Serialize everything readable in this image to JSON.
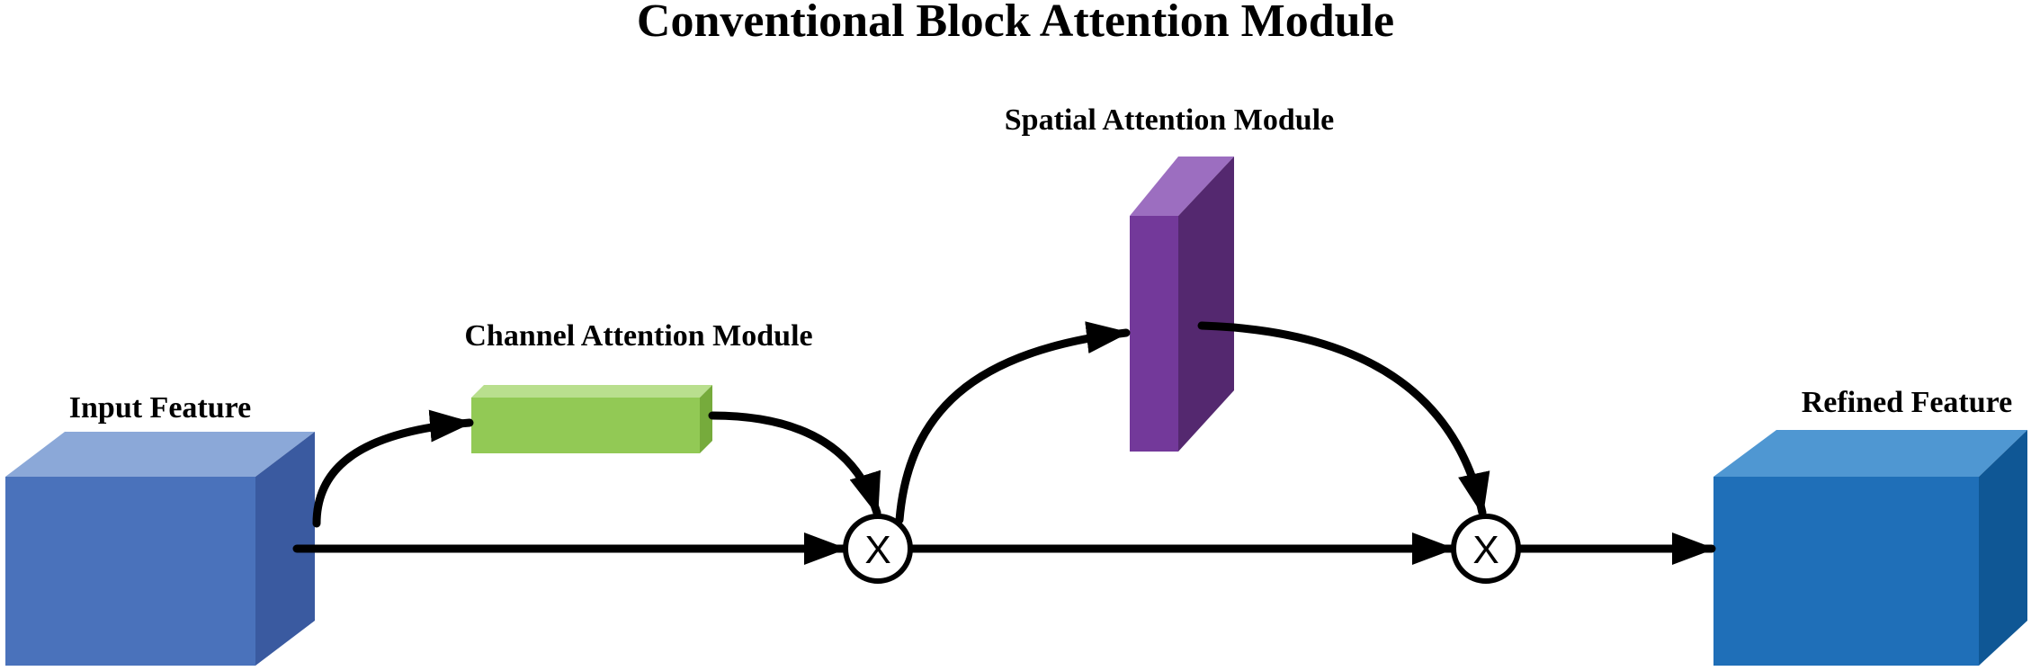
{
  "diagram": {
    "title": "Conventional Block Attention Module",
    "nodes": {
      "input_feature": {
        "label": "Input Feature",
        "color": "#4a72bb"
      },
      "channel_attention": {
        "label": "Channel Attention Module",
        "color": "#92c955"
      },
      "spatial_attention": {
        "label": "Spatial Attention Module",
        "color": "#73399a"
      },
      "refined_feature": {
        "label": "Refined Feature",
        "color": "#1f6fb8"
      },
      "multiply_1": {
        "symbol": "X"
      },
      "multiply_2": {
        "symbol": "X"
      }
    },
    "edges": [
      {
        "from": "input_feature",
        "to": "channel_attention"
      },
      {
        "from": "input_feature",
        "to": "multiply_1"
      },
      {
        "from": "channel_attention",
        "to": "multiply_1"
      },
      {
        "from": "multiply_1",
        "to": "spatial_attention"
      },
      {
        "from": "multiply_1",
        "to": "multiply_2"
      },
      {
        "from": "spatial_attention",
        "to": "multiply_2"
      },
      {
        "from": "multiply_2",
        "to": "refined_feature"
      }
    ]
  }
}
